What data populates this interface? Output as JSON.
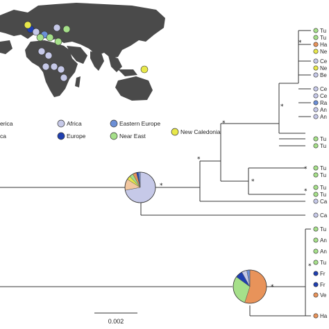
{
  "legend": {
    "items": [
      {
        "label": "erica",
        "color": "#e8935a"
      },
      {
        "label": "Africa",
        "color": "#c6c9e8"
      },
      {
        "label": "Eastern Europe",
        "color": "#6b8fd6"
      },
      {
        "label": "New Caledonia",
        "color": "#e8e84a"
      },
      {
        "label": "ca",
        "color": "#f2c7a0"
      },
      {
        "label": "Europe",
        "color": "#1f3fb0"
      },
      {
        "label": "Near East",
        "color": "#a6e08a"
      }
    ]
  },
  "tips": [
    {
      "label": "Tu",
      "color": "#a6e08a"
    },
    {
      "label": "Tu",
      "color": "#a6e08a"
    },
    {
      "label": "Ha",
      "color": "#e8935a"
    },
    {
      "label": "Ne",
      "color": "#e8e84a"
    },
    {
      "label": "Ce",
      "color": "#c6c9e8"
    },
    {
      "label": "Ne",
      "color": "#e8e84a"
    },
    {
      "label": "Be",
      "color": "#c6c9e8"
    },
    {
      "label": "Ce",
      "color": "#c6c9e8"
    },
    {
      "label": "Ce",
      "color": "#c6c9e8"
    },
    {
      "label": "Ra",
      "color": "#6b8fd6"
    },
    {
      "label": "An",
      "color": "#c6c9e8"
    },
    {
      "label": "An",
      "color": "#c6c9e8"
    },
    {
      "label": "Tu",
      "color": "#a6e08a"
    },
    {
      "label": "Tu",
      "color": "#a6e08a"
    },
    {
      "label": "Tu",
      "color": "#a6e08a"
    },
    {
      "label": "Tu",
      "color": "#a6e08a"
    },
    {
      "label": "Tu",
      "color": "#a6e08a"
    },
    {
      "label": "Tu",
      "color": "#a6e08a"
    },
    {
      "label": "Ca",
      "color": "#c6c9e8"
    },
    {
      "label": "Ca",
      "color": "#c6c9e8"
    },
    {
      "label": "Tu",
      "color": "#a6e08a"
    },
    {
      "label": "An",
      "color": "#a6e08a"
    },
    {
      "label": "An",
      "color": "#a6e08a"
    },
    {
      "label": "Tu",
      "color": "#a6e08a"
    },
    {
      "label": "Fr",
      "color": "#1f3fb0"
    },
    {
      "label": "Fr",
      "color": "#1f3fb0"
    },
    {
      "label": "Ve",
      "color": "#e8935a"
    },
    {
      "label": "Ha",
      "color": "#e8935a"
    }
  ],
  "support_marker": "*",
  "scale_bar": {
    "label": "0.002"
  },
  "pie_upper": {
    "colors": [
      "#c6c9e8",
      "#f2c7a0",
      "#e8e84a",
      "#a6e08a",
      "#e8935a",
      "#1f3fb0",
      "#6b8fd6"
    ],
    "fractions": [
      0.72,
      0.12,
      0.04,
      0.04,
      0.04,
      0.02,
      0.02
    ]
  },
  "pie_lower": {
    "colors": [
      "#e8935a",
      "#a6e08a",
      "#1f3fb0",
      "#c6c9e8",
      "#6b8fd6"
    ],
    "fractions": [
      0.55,
      0.3,
      0.07,
      0.05,
      0.03
    ]
  },
  "map_markers": {
    "colors": [
      "#a6e08a",
      "#c6c9e8",
      "#6b8fd6",
      "#1f3fb0",
      "#e8e84a",
      "#e8935a"
    ]
  }
}
